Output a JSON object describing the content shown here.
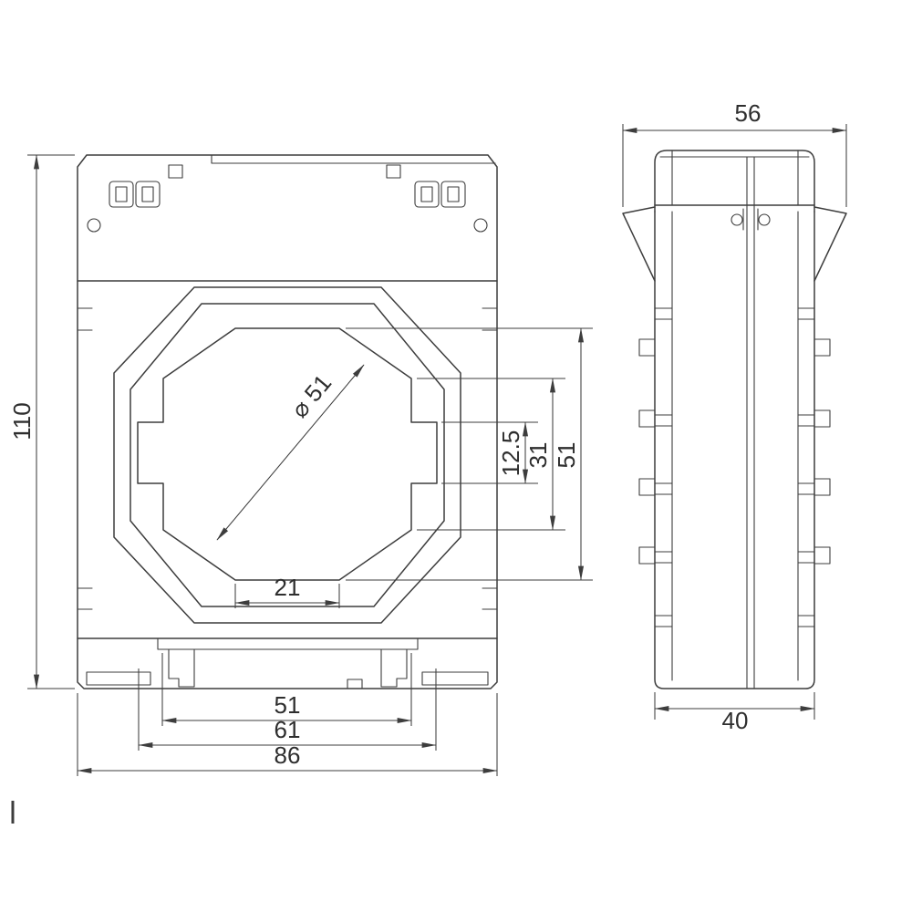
{
  "colors": {
    "line": "#3d3d3d",
    "text": "#2e2e2e",
    "background": "#ffffff"
  },
  "front_view": {
    "dim_height": "110",
    "dim_overall_width": "86",
    "dim_mounting_width": "61",
    "dim_rail_width": "51",
    "dim_window_flat": "21",
    "dim_bore_diameter": "⌀ 51",
    "dim_side_notch": "12.5",
    "dim_step": "31",
    "dim_window_height": "51"
  },
  "side_view": {
    "dim_top_width": "56",
    "dim_body_width": "40"
  }
}
